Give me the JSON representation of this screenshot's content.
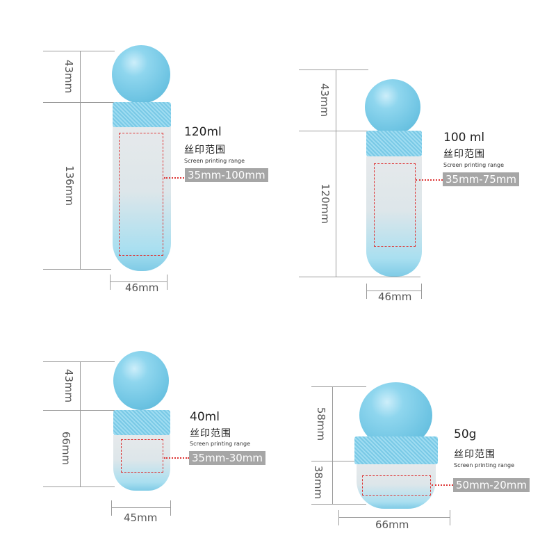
{
  "products": [
    {
      "volume": "120ml",
      "label_cn": "丝印范围",
      "label_en": "Screen printing range",
      "print_range": "35mm-100mm",
      "cap_height": "43mm",
      "body_height": "136mm",
      "width": "46mm"
    },
    {
      "volume": "100 ml",
      "label_cn": "丝印范围",
      "label_en": "Screen printing range",
      "print_range": "35mm-75mm",
      "cap_height": "43mm",
      "body_height": "120mm",
      "width": "46mm"
    },
    {
      "volume": "40ml",
      "label_cn": "丝印范围",
      "label_en": "Screen printing range",
      "print_range": "35mm-30mm",
      "cap_height": "43mm",
      "body_height": "66mm",
      "width": "45mm"
    },
    {
      "volume": "50g",
      "label_cn": "丝印范围",
      "label_en": "Screen printing range",
      "print_range": "50mm-20mm",
      "cap_height": "58mm",
      "body_height": "38mm",
      "width": "66mm"
    }
  ],
  "colors": {
    "bottle": "#6cc3e2",
    "dash": "#dd3333",
    "range_bg": "#a6a6a6"
  }
}
